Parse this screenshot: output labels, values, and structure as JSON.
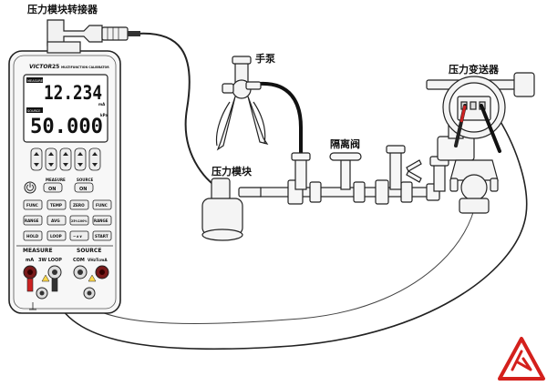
{
  "labels": {
    "pressure_module_adapter": "压力模块转接器",
    "hand_pump": "手泵",
    "pressure_transmitter": "压力变送器",
    "isolation_valve": "隔离阀",
    "pressure_module": "压力模块"
  },
  "calibrator": {
    "brand": "VICTOR",
    "model": "25",
    "subtitle": "MULTIFUNCTION CALIBRATOR",
    "measure_reading": "12.234",
    "measure_unit": "mA",
    "source_reading": "50.000",
    "source_unit": "kPa",
    "measure_tag": "MEASURE",
    "source_tag": "SOURCE",
    "buttons": {
      "measure_on": "ON",
      "source_on": "ON",
      "measure_header": "MEASURE",
      "source_header": "SOURCE",
      "func_left": "FUNC",
      "temp": "TEMP",
      "zero": "ZERO",
      "func_right": "FUNC",
      "range_left": "RANGE",
      "avg": "AVG",
      "pct": "25%100%",
      "range_right": "RANGE",
      "hold": "HOLD",
      "loop": "LOOP",
      "wave": "~∧∨",
      "start": "START"
    },
    "terminals": {
      "measure_section": "MEASURE",
      "source_section": "SOURCE",
      "ma": "mA",
      "loop_3w": "3W LOOP",
      "com": "COM",
      "vhz": "VHzTcmA"
    }
  },
  "logo_mark": "hl-logo",
  "colors": {
    "line": "#222222",
    "hose": "#111111",
    "probe_red": "#cc2222",
    "logo_red": "#d4201c"
  }
}
